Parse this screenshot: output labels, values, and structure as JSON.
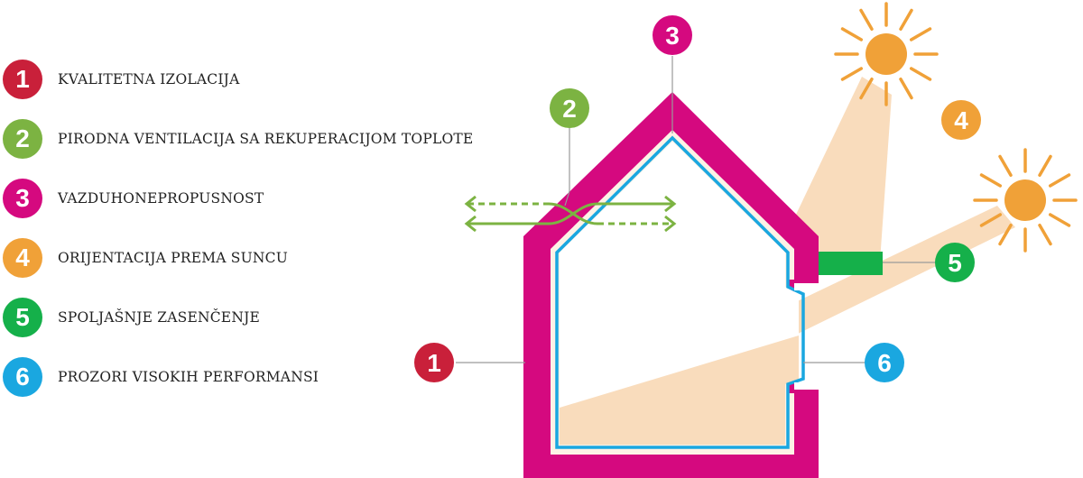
{
  "colors": {
    "red": "#c9203a",
    "lime": "#7cb342",
    "magenta": "#d5097f",
    "orange": "#f0a138",
    "green": "#15b04a",
    "blue": "#1aa7e0",
    "beam": "#f9dcbc",
    "inner_wall": "#fdf2e6"
  },
  "legend": [
    {
      "number": "1",
      "label": "KVALITETNA IZOLACIJA",
      "color": "red"
    },
    {
      "number": "2",
      "label": "PIRODNA VENTILACIJA SA REKUPERACIJOM TOPLOTE",
      "color": "lime"
    },
    {
      "number": "3",
      "label": "VAZDUHONEPROPUSNOST",
      "color": "magenta"
    },
    {
      "number": "4",
      "label": "ORIJENTACIJA PREMA SUNCU",
      "color": "orange"
    },
    {
      "number": "5",
      "label": "SPOLJAŠNJE ZASENČENJE",
      "color": "green"
    },
    {
      "number": "6",
      "label": "PROZORI VISOKIH PERFORMANSI",
      "color": "blue"
    }
  ],
  "diagram": {
    "badges": [
      {
        "number": "1",
        "color": "red"
      },
      {
        "number": "2",
        "color": "lime"
      },
      {
        "number": "3",
        "color": "magenta"
      },
      {
        "number": "4",
        "color": "orange"
      },
      {
        "number": "5",
        "color": "green"
      },
      {
        "number": "6",
        "color": "blue"
      }
    ],
    "icons": [
      "sun-icon",
      "sun-icon",
      "ventilation-arrows-icon",
      "shading-panel-icon",
      "house-icon"
    ]
  }
}
